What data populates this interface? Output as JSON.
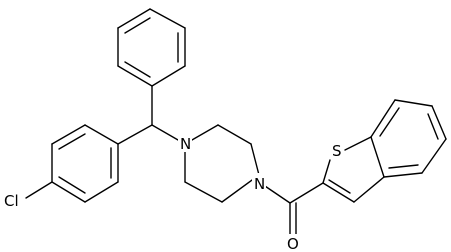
{
  "molecule": {
    "atoms": {
      "chlorine": "Cl",
      "nitrogen_top": "N",
      "nitrogen_bottom": "N",
      "sulfur": "S",
      "oxygen": "O"
    }
  }
}
